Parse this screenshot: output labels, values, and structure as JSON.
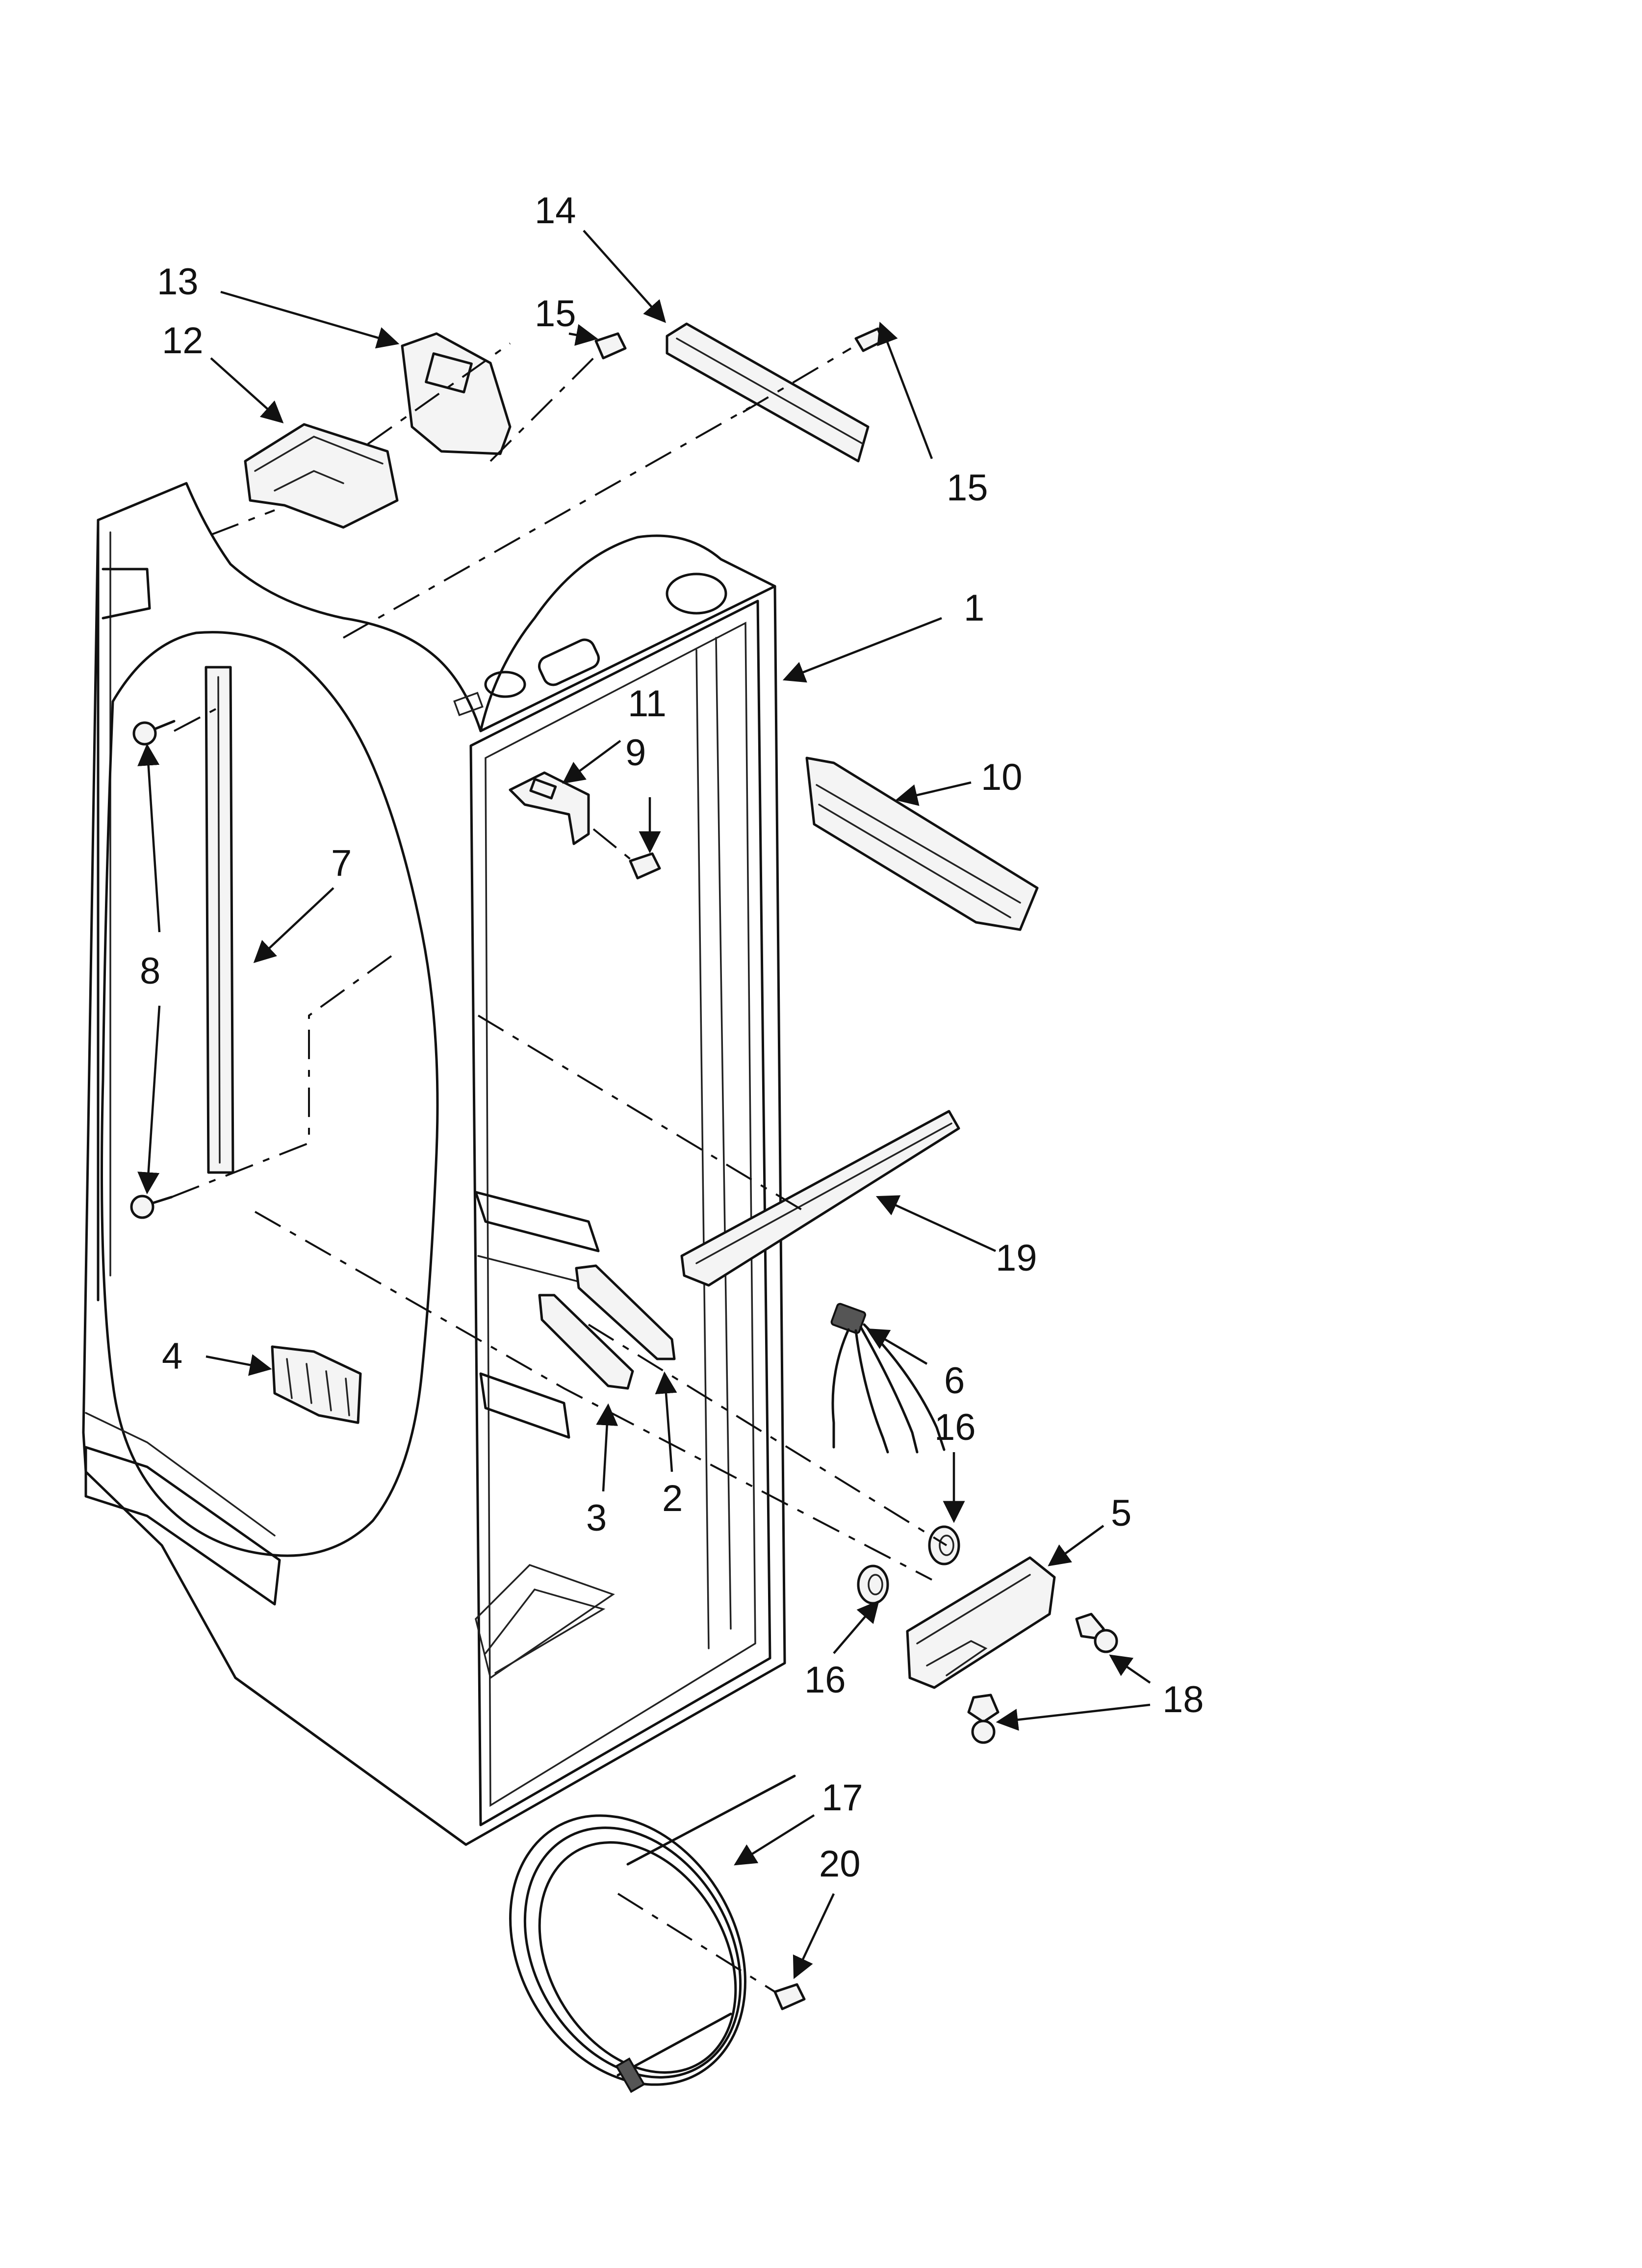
{
  "callouts": [
    {
      "id": "c14",
      "text": "14"
    },
    {
      "id": "c13",
      "text": "13"
    },
    {
      "id": "c15a",
      "text": "15"
    },
    {
      "id": "c12",
      "text": "12"
    },
    {
      "id": "c15b",
      "text": "15"
    },
    {
      "id": "c1",
      "text": "1"
    },
    {
      "id": "c11",
      "text": "11"
    },
    {
      "id": "c9",
      "text": "9"
    },
    {
      "id": "c10",
      "text": "10"
    },
    {
      "id": "c7",
      "text": "7"
    },
    {
      "id": "c8",
      "text": "8"
    },
    {
      "id": "c19",
      "text": "19"
    },
    {
      "id": "c6",
      "text": "6"
    },
    {
      "id": "c16a",
      "text": "16"
    },
    {
      "id": "c4",
      "text": "4"
    },
    {
      "id": "c3",
      "text": "3"
    },
    {
      "id": "c2",
      "text": "2"
    },
    {
      "id": "c5",
      "text": "5"
    },
    {
      "id": "c16b",
      "text": "16"
    },
    {
      "id": "c18",
      "text": "18"
    },
    {
      "id": "c17",
      "text": "17"
    },
    {
      "id": "c20",
      "text": "20"
    }
  ]
}
